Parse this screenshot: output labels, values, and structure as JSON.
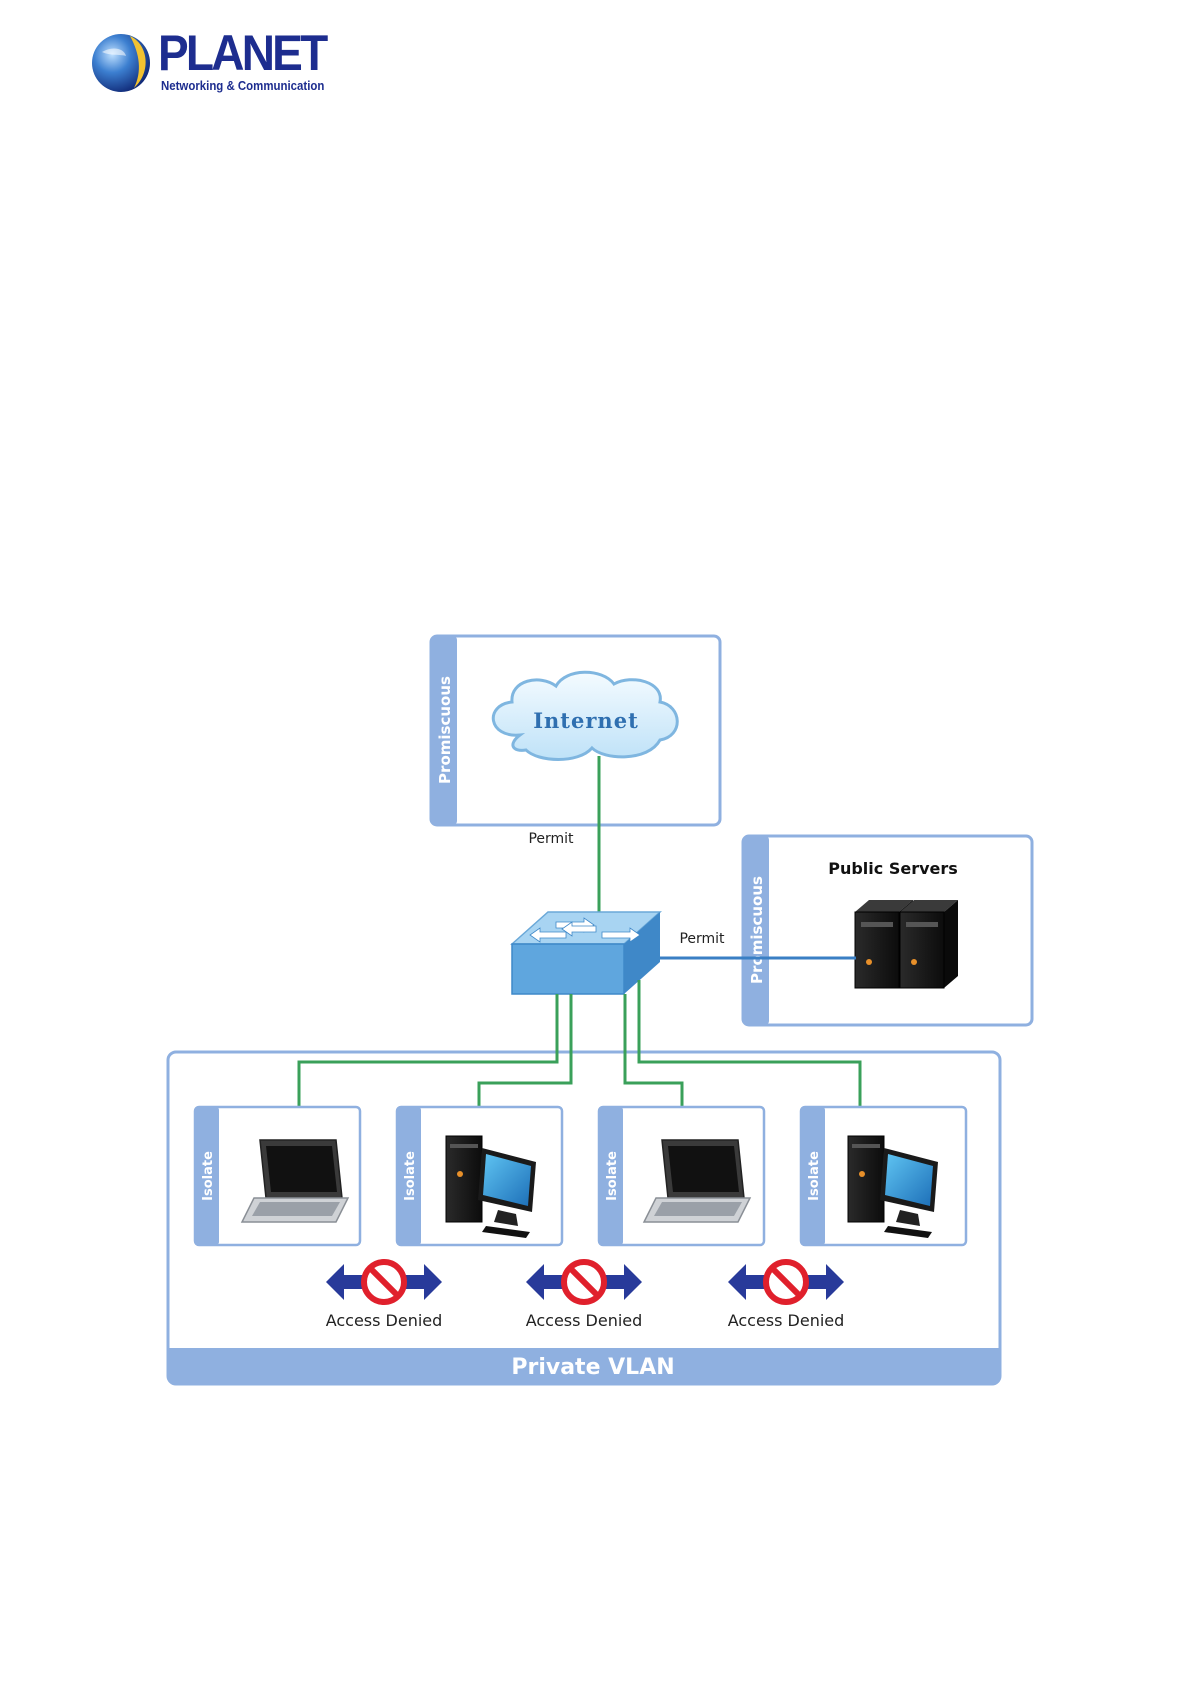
{
  "logo": {
    "name": "PLANET",
    "tagline": "Networking & Communication"
  },
  "diagram": {
    "internet_zone": {
      "side_label": "Promiscuous",
      "cloud_label": "Internet",
      "link_label": "Permit"
    },
    "server_zone": {
      "side_label": "Promiscuous",
      "title": "Public Servers",
      "link_label": "Permit"
    },
    "private_vlan": {
      "banner": "Private VLAN",
      "hosts": [
        {
          "side_label": "Isolate",
          "device": "laptop-icon"
        },
        {
          "side_label": "Isolate",
          "device": "desktop-icon"
        },
        {
          "side_label": "Isolate",
          "device": "laptop-icon"
        },
        {
          "side_label": "Isolate",
          "device": "desktop-icon"
        }
      ],
      "denials": [
        {
          "label": "Access Denied"
        },
        {
          "label": "Access Denied"
        },
        {
          "label": "Access Denied"
        }
      ]
    },
    "colors": {
      "frame_border": "#8fb0e0",
      "side_bar": "#8fb0e0",
      "uplink": "#3aa05a",
      "server_link": "#3a7fc4",
      "arrow": "#283a9a",
      "deny": "#e0202c",
      "switch_top": "#a8d4f2",
      "switch_front": "#5fa6de"
    }
  }
}
